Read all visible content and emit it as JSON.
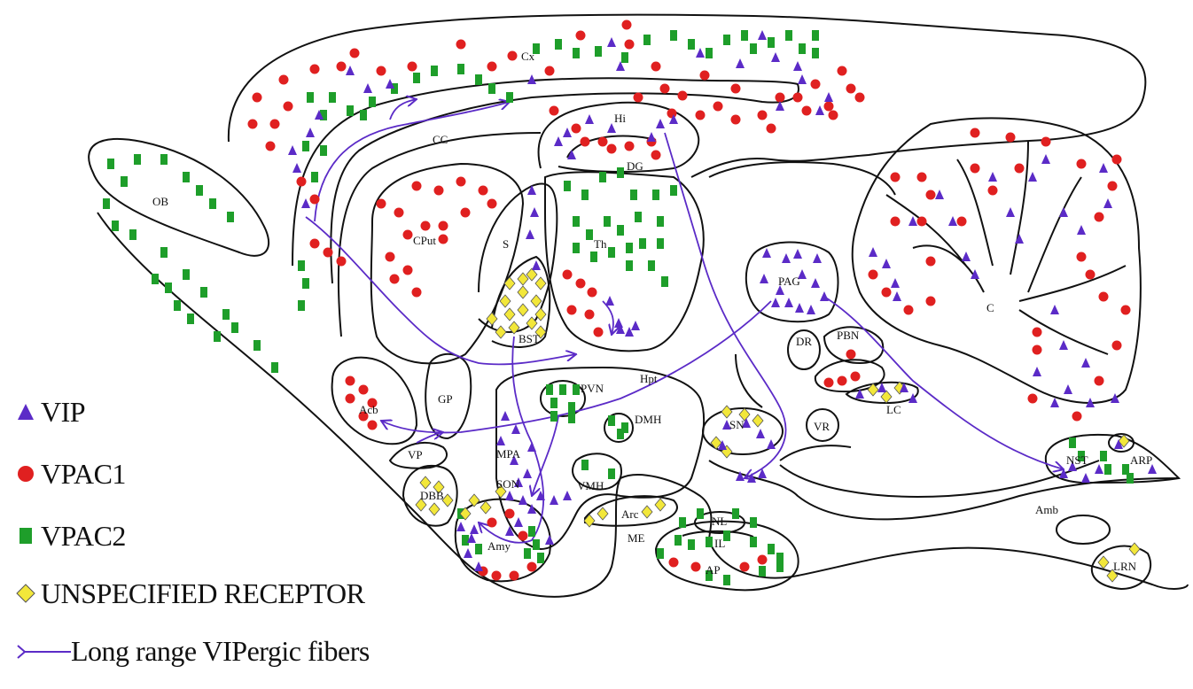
{
  "colors": {
    "vip": "#5b2bc7",
    "vpac1": "#e02020",
    "vpac2": "#1e9e2a",
    "unspecified": "#f2e73a",
    "fiber": "#5b2bc7",
    "outline": "#111111"
  },
  "legend": [
    {
      "symbol": "triangle-icon",
      "label": "VIP"
    },
    {
      "symbol": "circle-icon",
      "label": "VPAC1"
    },
    {
      "symbol": "square-icon",
      "label": "VPAC2"
    },
    {
      "symbol": "diamond-icon",
      "label": "UNSPECIFIED RECEPTOR"
    },
    {
      "symbol": "fiber-line-icon",
      "label": "Long range VIPergic fibers"
    }
  ],
  "regions": {
    "cx": "Cx",
    "cc": "CC",
    "hi": "Hi",
    "dg": "DG",
    "ob": "OB",
    "cput": "CPut",
    "s": "S",
    "th": "Th",
    "bst": "BST",
    "pag": "PAG",
    "c": "C",
    "dr": "DR",
    "pbn": "PBN",
    "hpt": "Hpt",
    "pvn": "PVN",
    "gp": "GP",
    "acb": "Acb",
    "dmh": "DMH",
    "sn": "SN",
    "vr": "VR",
    "lc": "LC",
    "mpa": "MPA",
    "vp": "VP",
    "son": "SON",
    "vmh": "VMH",
    "dbb": "DBB",
    "arc": "Arc",
    "nl": "NL",
    "amy": "Amy",
    "me": "ME",
    "il": "IL",
    "ap": "AP",
    "nst": "NST",
    "arp": "ARP",
    "amb": "Amb",
    "lrn": "LRN"
  }
}
